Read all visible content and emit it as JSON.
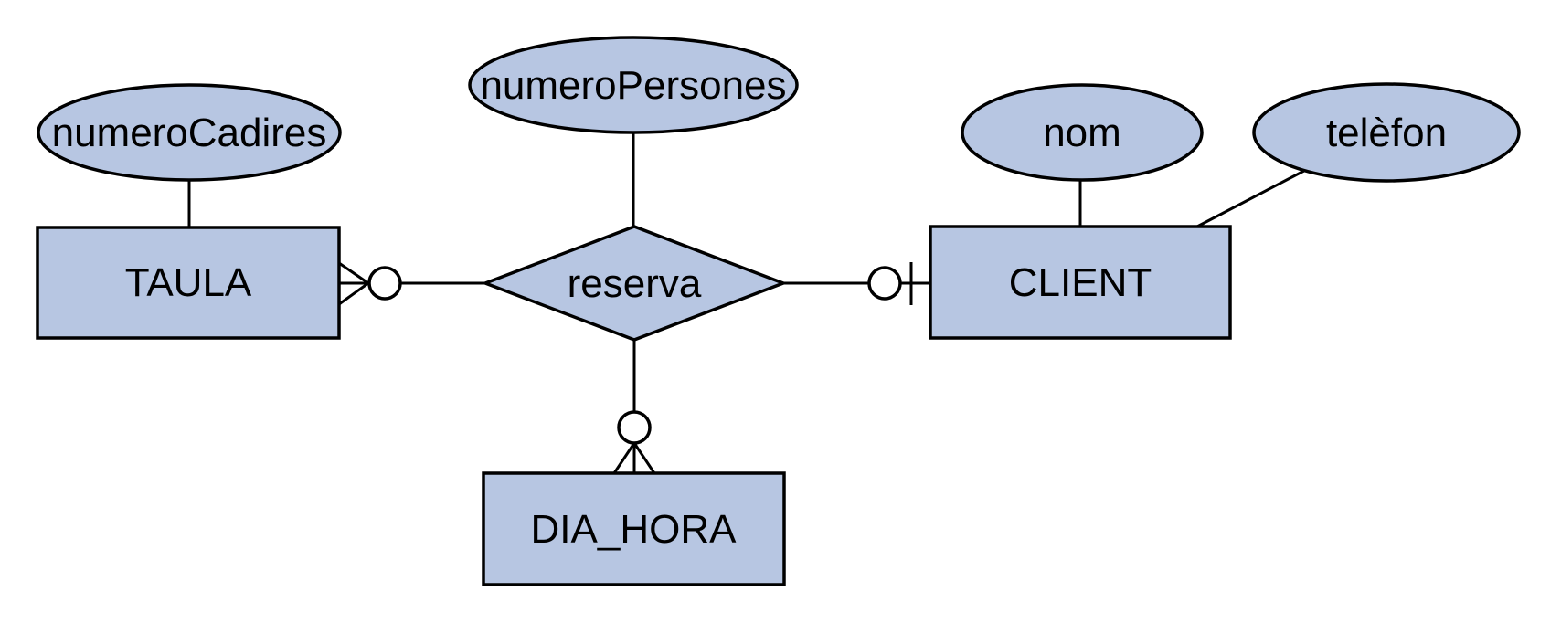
{
  "diagram": {
    "type": "entity-relationship",
    "notation": "crows-foot",
    "language": "Catalan",
    "colors": {
      "shape_fill": "#b7c6e2",
      "shape_stroke": "#000000",
      "connector_circle_fill": "#ffffff",
      "line_color": "#000000",
      "text_color": "#000000",
      "background": "#ffffff"
    },
    "entities": [
      {
        "id": "taula",
        "label": "TAULA",
        "shape": "rectangle"
      },
      {
        "id": "client",
        "label": "CLIENT",
        "shape": "rectangle"
      },
      {
        "id": "dia_hora",
        "label": "DIA_HORA",
        "shape": "rectangle"
      }
    ],
    "relationships": [
      {
        "id": "reserva",
        "label": "reserva",
        "shape": "diamond"
      }
    ],
    "attributes": [
      {
        "id": "numeroCadires",
        "label": "numeroCadires",
        "shape": "ellipse",
        "attached_to": "TAULA"
      },
      {
        "id": "numeroPersones",
        "label": "numeroPersones",
        "shape": "ellipse",
        "attached_to": "reserva"
      },
      {
        "id": "nom",
        "label": "nom",
        "shape": "ellipse",
        "attached_to": "CLIENT"
      },
      {
        "id": "telefon",
        "label": "telèfon",
        "shape": "ellipse",
        "attached_to": "CLIENT"
      }
    ],
    "connections": [
      {
        "from": "reserva",
        "to": "TAULA",
        "cardinality_at_entity": "zero-or-many",
        "symbols": [
          "crows-foot",
          "circle"
        ]
      },
      {
        "from": "reserva",
        "to": "CLIENT",
        "cardinality_at_entity": "zero-or-one",
        "symbols": [
          "circle",
          "bar"
        ]
      },
      {
        "from": "reserva",
        "to": "DIA_HORA",
        "cardinality_at_entity": "zero-or-many",
        "symbols": [
          "circle",
          "crows-foot"
        ]
      }
    ]
  }
}
